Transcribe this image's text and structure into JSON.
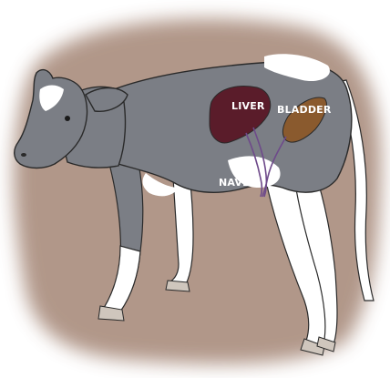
{
  "labels": {
    "liver": "LIVER",
    "bladder": "BLADDER",
    "navel": "NAVEL"
  },
  "colors": {
    "background": "#ffffff",
    "halo": "#a98c7d",
    "coat_gray": "#7b7e85",
    "coat_white": "#ffffff",
    "outline": "#2a2a2a",
    "liver": "#5a1c2a",
    "bladder": "#8a5a2e",
    "vessels": "#6e4a8a",
    "hooves": "#cfc6bd"
  }
}
